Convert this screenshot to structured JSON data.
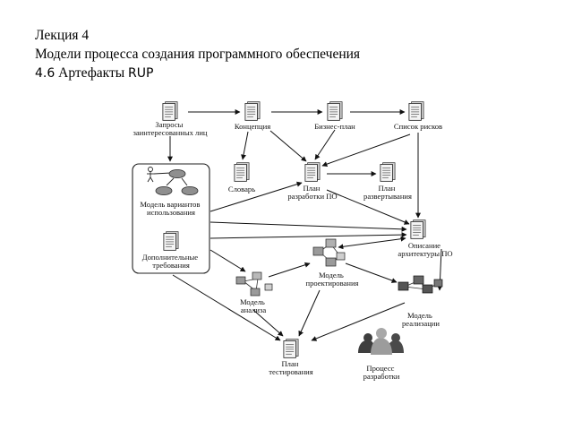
{
  "header": {
    "line1": "Лекция 4",
    "line2": "Модели процесса создания программного обеспечения",
    "line3_num": "4.6",
    "line3_text": "Артефакты",
    "line3_abbr": "RUP"
  },
  "nodes": {
    "zaprosy": [
      "Запросы",
      "заинтересованных лиц"
    ],
    "koncepciya": [
      "Концепция"
    ],
    "biznes_plan": [
      "Бизнес-план"
    ],
    "spisok_riskov": [
      "Список рисков"
    ],
    "model_variantov": [
      "Модель вариантов",
      "использования"
    ],
    "dop_trebovaniya": [
      "Дополнительные",
      "требования"
    ],
    "slovar": [
      "Словарь"
    ],
    "plan_razrabotki": [
      "План",
      "разработки ПО"
    ],
    "plan_razvertyvaniya": [
      "План",
      "развертывания"
    ],
    "opisanie_arhitektury": [
      "Описание",
      "архитектуры ПО"
    ],
    "model_proektirovaniya": [
      "Модель",
      "проектирования"
    ],
    "model_analiza": [
      "Модель",
      "анализа"
    ],
    "model_realizacii": [
      "Модель",
      "реализации"
    ],
    "plan_testirovaniya": [
      "План",
      "тестирования"
    ],
    "process_razrabotki": [
      "Процесс",
      "разработки"
    ]
  }
}
